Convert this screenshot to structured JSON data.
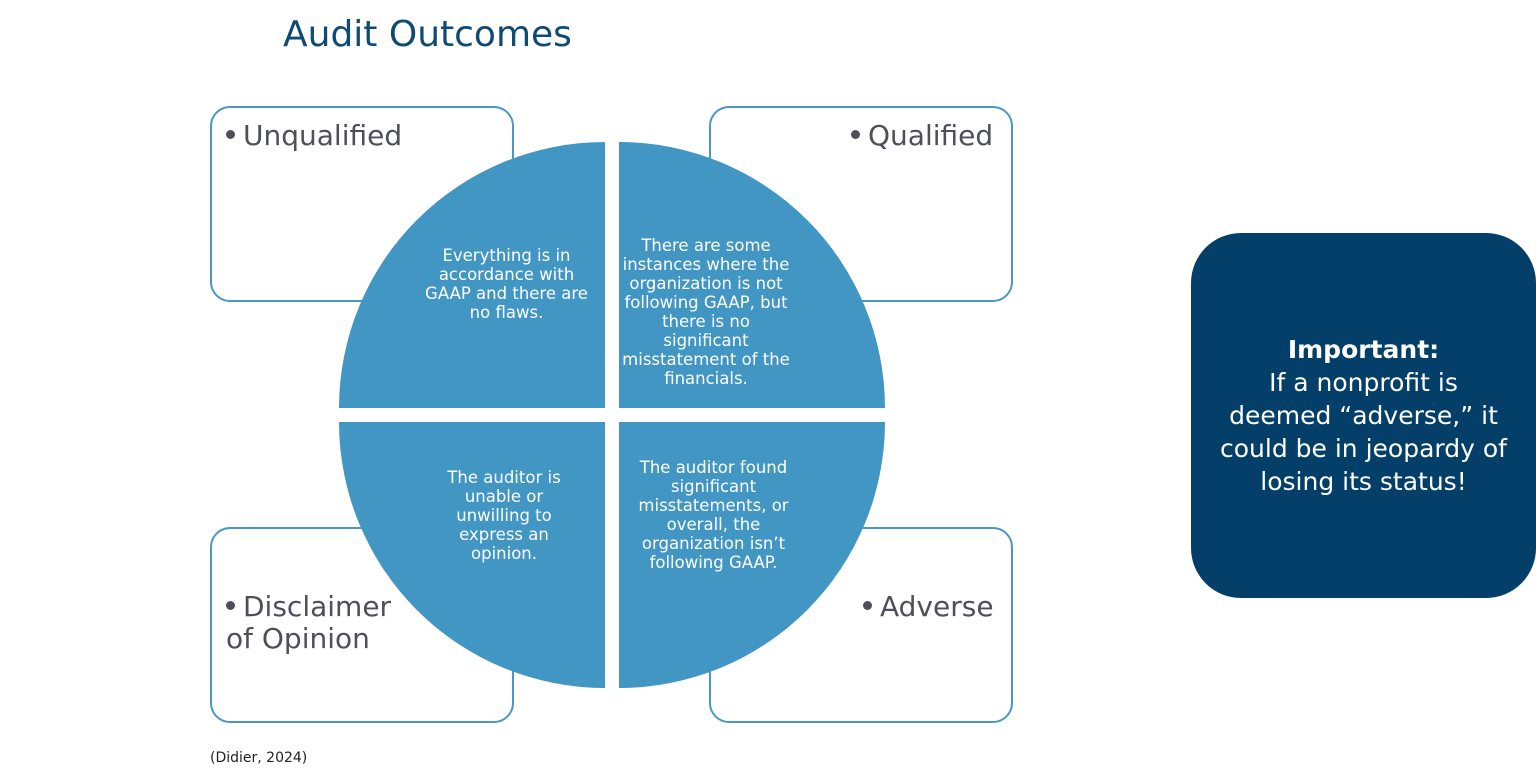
{
  "title": "Audit Outcomes",
  "outcomes": [
    {
      "label": "Unqualified",
      "description": "Everything is in accordance with GAAP and there are no flaws."
    },
    {
      "label": "Qualified",
      "description": "There are some instances where the organization is not following GAAP, but there is no significant misstatement of the financials."
    },
    {
      "label": "Disclaimer of Opinion",
      "description": "The auditor is unable or unwilling to express an opinion."
    },
    {
      "label": "Adverse",
      "description": "The auditor found significant misstatements, or overall, the organization isn’t following GAAP."
    }
  ],
  "callout": {
    "heading": "Important:",
    "body": "If a nonprofit is deemed “adverse,” it could be in jeopardy of losing its status!"
  },
  "citation": "(Didier, 2024)",
  "colors": {
    "title": "#0e4a72",
    "quadrant": "#4296c4",
    "box_border": "#4a97c6",
    "callout_bg": "#033f69",
    "label_text": "#4f4f5a"
  }
}
